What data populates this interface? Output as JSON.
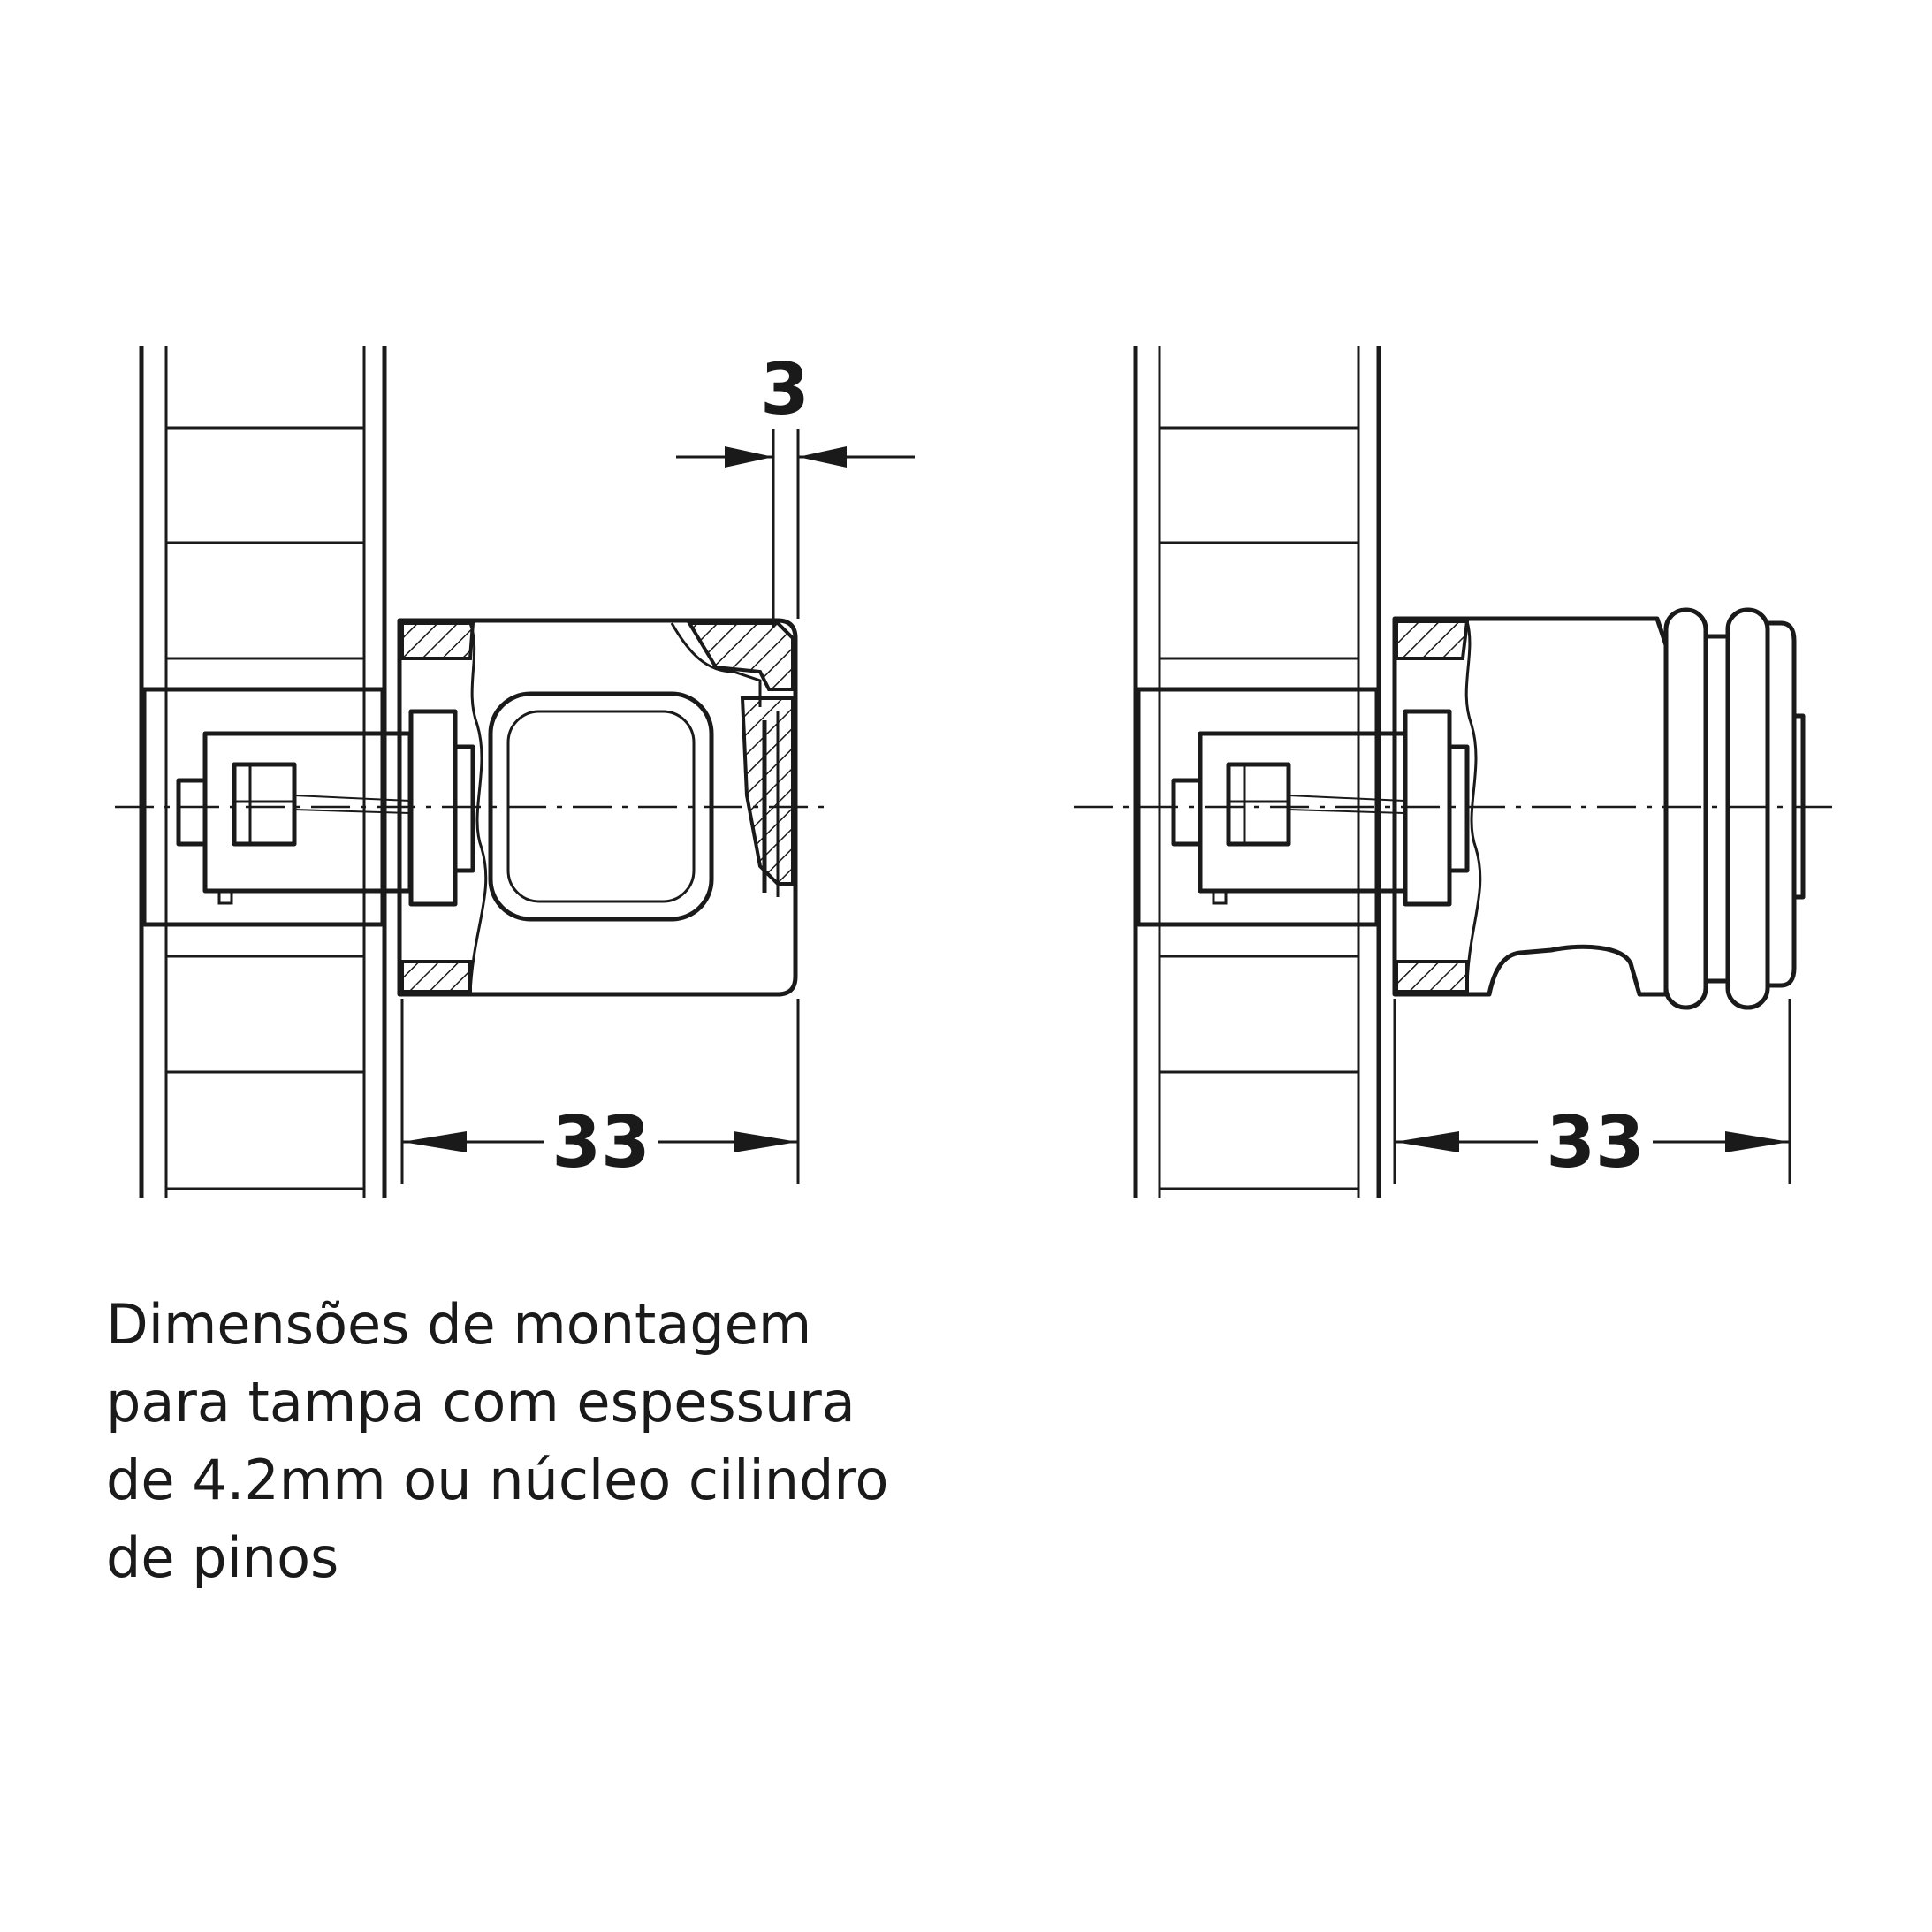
{
  "dimensions": {
    "left_gap": "3",
    "left_length": "33",
    "right_length": "33"
  },
  "caption": {
    "line1": "Dimensões de montagem",
    "line2": "para tampa com espessura",
    "line3": "de 4.2mm ou núcleo cilindro",
    "line4": "de pinos"
  },
  "colors": {
    "ink": "#1a1a1a",
    "background": "#ffffff"
  }
}
